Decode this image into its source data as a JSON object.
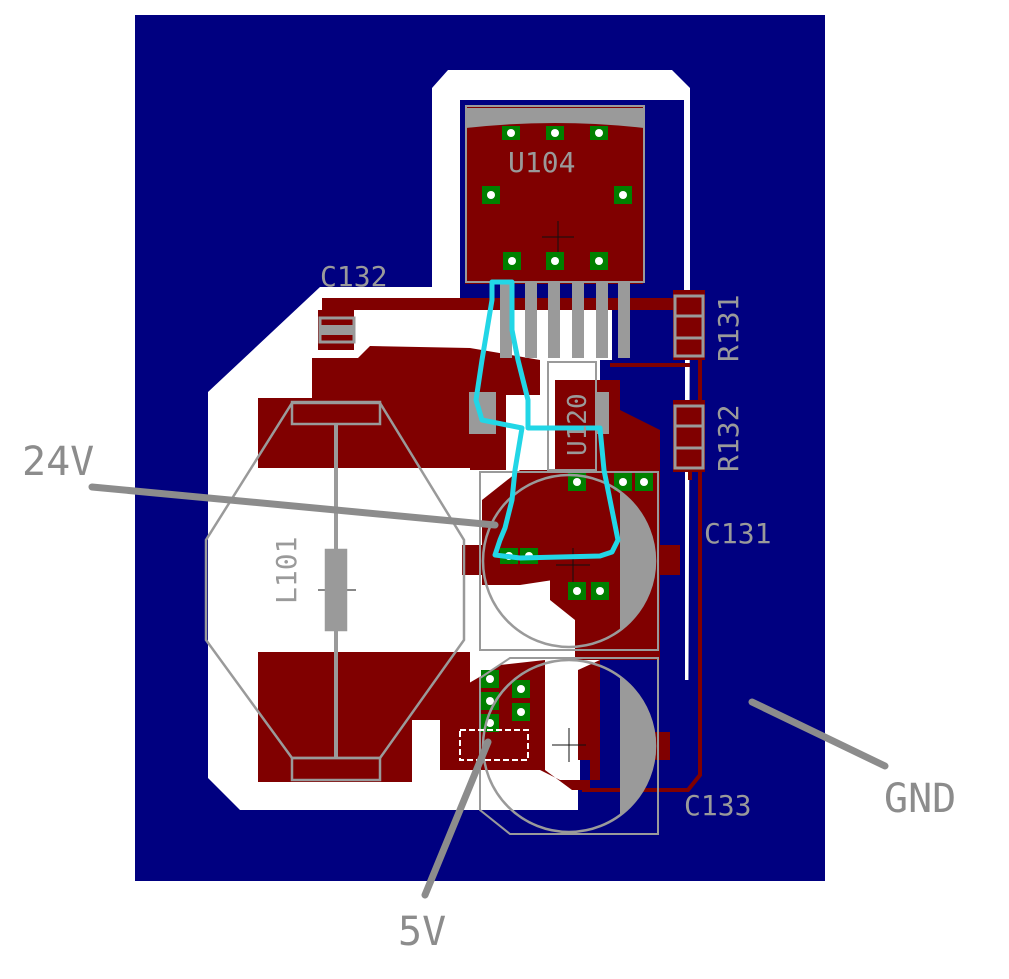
{
  "board": {
    "colors": {
      "background": "#ffffff",
      "ground_pour": "#000080",
      "copper": "#800000",
      "clearance": "#ffffff",
      "silkscreen": "#9a9a9a",
      "pad": "#008000",
      "drill": "#ffffff",
      "highlight_trace": "#22d6e6",
      "annotation": "#8c8c8c"
    },
    "components": {
      "u104": "U104",
      "c132": "C132",
      "r131": "R131",
      "r132": "R132",
      "u120": "U120",
      "c131": "C131",
      "l101": "L101",
      "c133": "C133"
    },
    "annotations": {
      "v24": "24V",
      "gnd": "GND",
      "v5": "5V"
    }
  }
}
